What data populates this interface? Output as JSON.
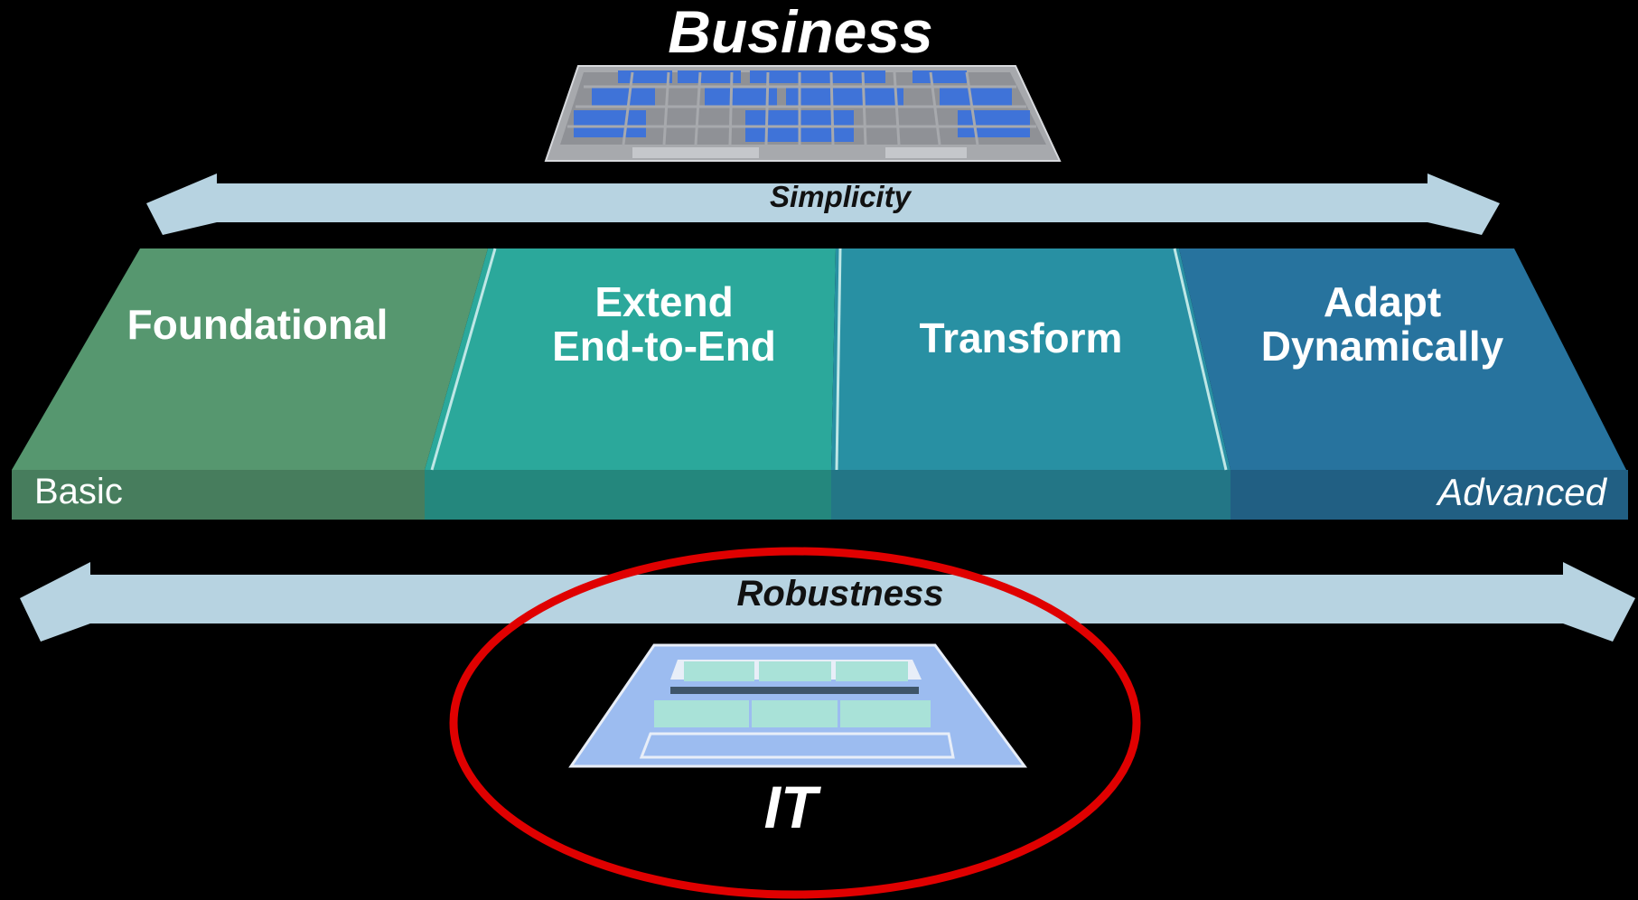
{
  "title_top": "Business",
  "title_bottom": "IT",
  "arrow_top": {
    "label": "Simplicity"
  },
  "arrow_bottom": {
    "label": "Robustness"
  },
  "stages": [
    {
      "label": "Foundational"
    },
    {
      "label": "Extend\nEnd-to-End"
    },
    {
      "label": "Transform"
    },
    {
      "label": "Adapt\nDynamically"
    }
  ],
  "scale": {
    "left": "Basic",
    "right": "Advanced"
  },
  "colors": {
    "background": "#000000",
    "stage_1": "#56976f",
    "stage_2": "#2ba89b",
    "stage_3": "#2890a3",
    "stage_4": "#27739e",
    "arrow": "#b7d3e1",
    "highlight": "#e00000",
    "business_tile": "#3f73d8",
    "it_tile": "#a9e2d8"
  }
}
